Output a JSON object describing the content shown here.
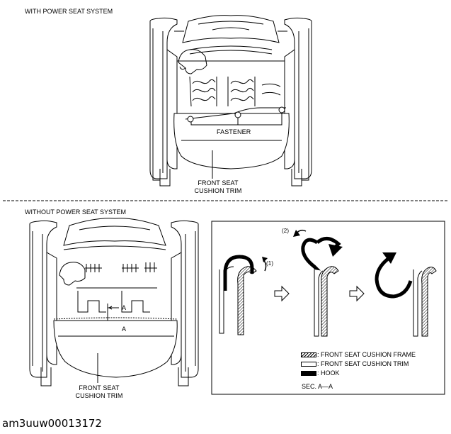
{
  "top_panel": {
    "title": "WITH POWER SEAT SYSTEM",
    "fastener_label": "FASTENER",
    "trim_label_line1": "FRONT SEAT",
    "trim_label_line2": "CUSHION TRIM"
  },
  "bottom_panel": {
    "title": "WITHOUT POWER SEAT SYSTEM",
    "trim_label_line1": "FRONT SEAT",
    "trim_label_line2": "CUSHION TRIM",
    "section_marker_1": "A",
    "section_marker_2": "A"
  },
  "section_view": {
    "step1": "(1)",
    "step2": "(2)",
    "legend": [
      {
        "key": "frame",
        "text": ": FRONT SEAT CUSHION FRAME"
      },
      {
        "key": "trim",
        "text": ": FRONT SEAT CUSHION TRIM"
      },
      {
        "key": "hook",
        "text": ": HOOK"
      }
    ],
    "section_label": "SEC. A—A"
  },
  "image_code": "am3uuw00013172"
}
